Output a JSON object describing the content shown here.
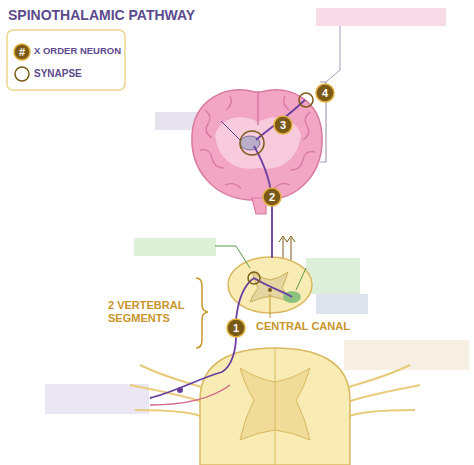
{
  "diagram": {
    "title": "SPINOTHALAMIC PATHWAY",
    "labels": [
      "4",
      "3",
      "2",
      "1",
      "2 VERTEBRAL SEGMENTS",
      "CENTRAL CANAL",
      "#"
    ],
    "legend": [
      {
        "text": "X ORDER NEURON"
      },
      {
        "text": "SYNAPSE"
      }
    ]
  }
}
